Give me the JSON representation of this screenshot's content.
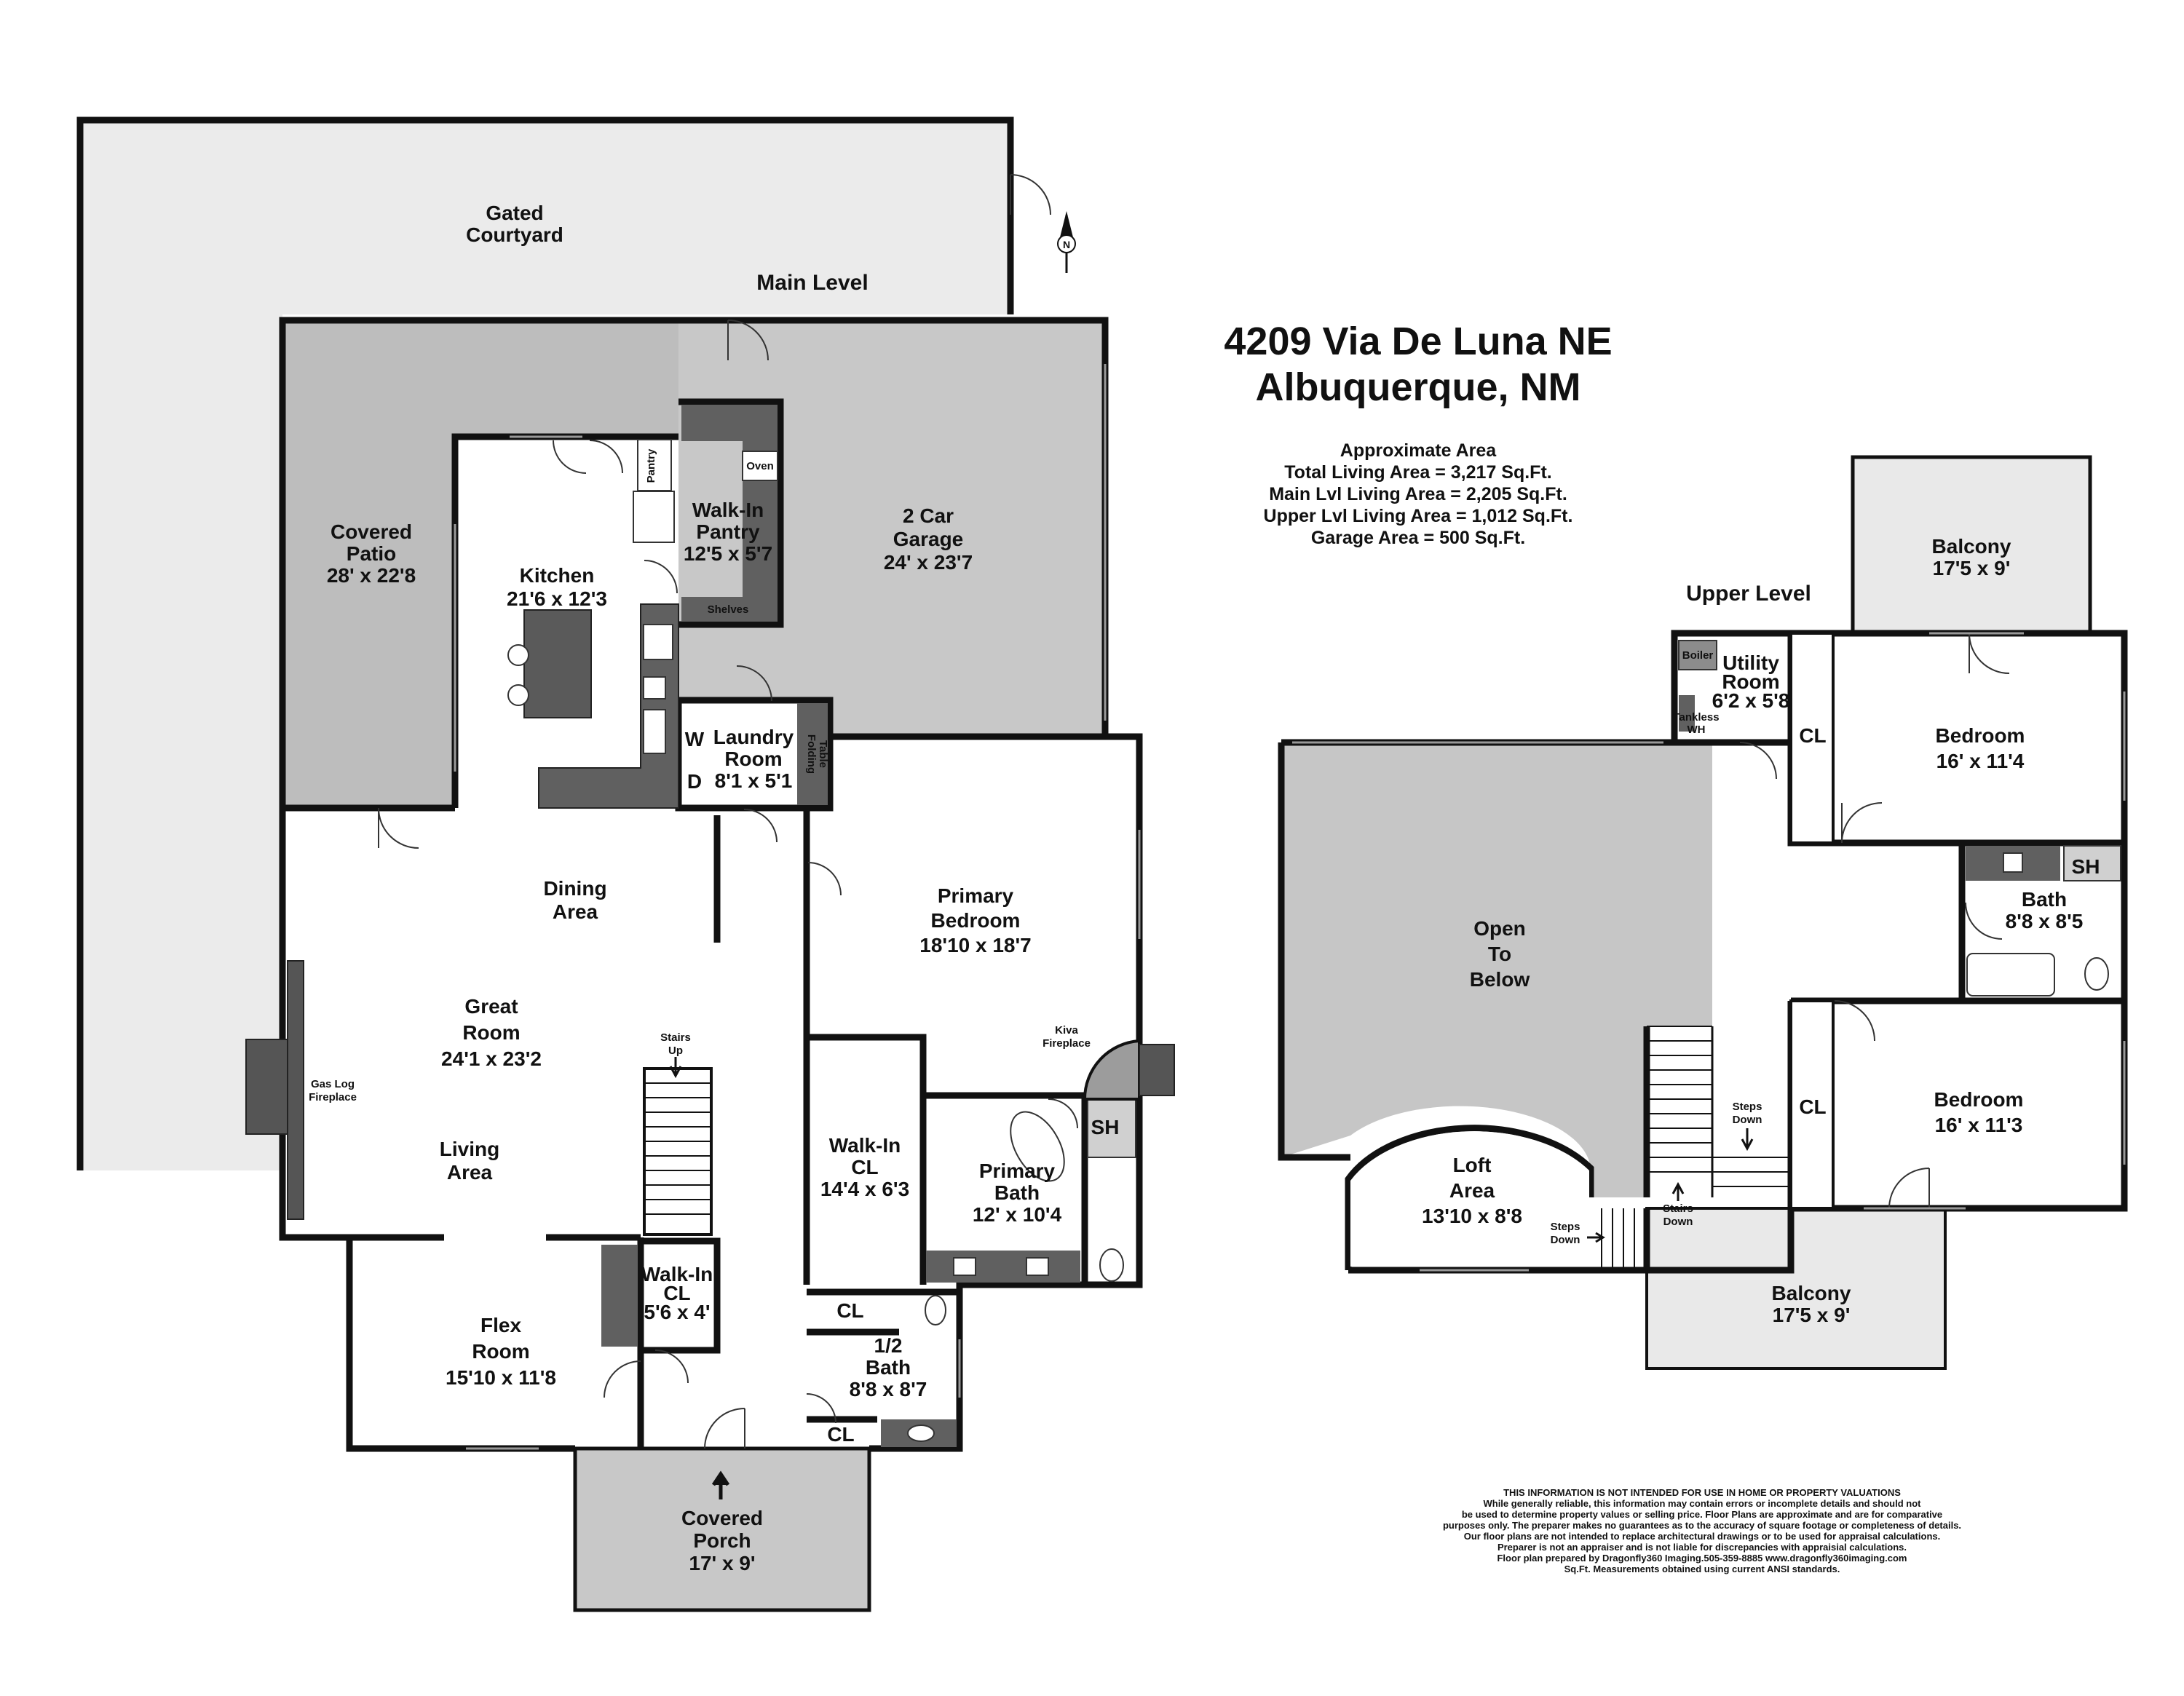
{
  "header": {
    "address_line1": "4209 Via De Luna NE",
    "address_line2": "Albuquerque, NM"
  },
  "areas": {
    "heading": "Approximate Area",
    "total": "Total Living Area = 3,217 Sq.Ft.",
    "main": "Main Lvl Living Area = 2,205 Sq.Ft.",
    "upper": "Upper Lvl Living Area = 1,012 Sq.Ft.",
    "garage": "Garage Area = 500 Sq.Ft."
  },
  "levels": {
    "main": "Main Level",
    "upper": "Upper Level"
  },
  "compass": "N",
  "main_rooms": {
    "courtyard": [
      "Gated",
      "Courtyard"
    ],
    "covered_patio": [
      "Covered",
      "Patio",
      "28' x 22'8"
    ],
    "kitchen": [
      "Kitchen",
      "21'6 x 12'3"
    ],
    "pantry_small": "Pantry",
    "oven": "Oven",
    "walkin_pantry": [
      "Walk-In",
      "Pantry",
      "12'5 x 5'7"
    ],
    "shelves": "Shelves",
    "garage": [
      "2 Car",
      "Garage",
      "24' x 23'7"
    ],
    "laundry": [
      "Laundry",
      "Room",
      "8'1 x 5'1"
    ],
    "washer": "W",
    "dryer": "D",
    "folding_table": [
      "Folding",
      "Table"
    ],
    "dining": [
      "Dining",
      "Area"
    ],
    "great_room": [
      "Great",
      "Room",
      "24'1 x 23'2"
    ],
    "gas_fireplace": [
      "Gas Log",
      "Fireplace"
    ],
    "living": [
      "Living",
      "Area"
    ],
    "stairs_up": [
      "Stairs",
      "Up"
    ],
    "flex": [
      "Flex",
      "Room",
      "15'10 x 11'8"
    ],
    "walkin_cl_small": [
      "Walk-In",
      "CL",
      "5'6 x 4'"
    ],
    "primary_bedroom": [
      "Primary",
      "Bedroom",
      "18'10 x 18'7"
    ],
    "kiva": [
      "Kiva",
      "Fireplace"
    ],
    "walkin_cl_primary": [
      "Walk-In",
      "CL",
      "14'4 x 6'3"
    ],
    "primary_bath": [
      "Primary",
      "Bath",
      "12' x 10'4"
    ],
    "shower": "SH",
    "closet": "CL",
    "half_bath": [
      "1/2",
      "Bath",
      "8'8 x 8'7"
    ],
    "covered_porch": [
      "Covered",
      "Porch",
      "17' x 9'"
    ]
  },
  "upper_rooms": {
    "balcony_top": [
      "Balcony",
      "17'5 x 9'"
    ],
    "utility": [
      "Utility",
      "Room",
      "6'2 x 5'8"
    ],
    "boiler": "Boiler",
    "tankless": [
      "Tankless",
      "WH"
    ],
    "closet": "CL",
    "bedroom1": [
      "Bedroom",
      "16' x 11'4"
    ],
    "bath": [
      "Bath",
      "8'8 x 8'5"
    ],
    "shower": "SH",
    "open_below": [
      "Open",
      "To",
      "Below"
    ],
    "steps_down": [
      "Steps",
      "Down"
    ],
    "bedroom2": [
      "Bedroom",
      "16' x 11'3"
    ],
    "loft": [
      "Loft",
      "Area",
      "13'10 x 8'8"
    ],
    "stairs_down": [
      "Stairs",
      "Down"
    ],
    "balcony_bottom": [
      "Balcony",
      "17'5 x 9'"
    ]
  },
  "disclaimer": [
    "THIS INFORMATION IS NOT INTENDED FOR USE IN HOME OR PROPERTY VALUATIONS",
    "While generally reliable, this information may contain errors or incomplete details and should not",
    "be used to determine property values or selling price. Floor Plans are approximate and are for comparative",
    "purposes only. The preparer makes no guarantees as to the accuracy of square footage or completeness of details.",
    "Our floor plans are not intended to replace architectural drawings or to be used for appraisal calculations.",
    "Preparer is not an appraiser and is not liable for discrepancies with appraisial calculations.",
    "Floor plan prepared by Dragonfly360 Imaging.505-359-8885 www.dragonfly360imaging.com",
    "Sq.Ft. Measurements obtained using current ANSI standards."
  ],
  "colors": {
    "courtyard": "#ebebeb",
    "patio": "#bdbdbd",
    "garage": "#c8c8c8",
    "open_below": "#c6c6c6",
    "wall": "#111111",
    "counter": "#606060"
  }
}
